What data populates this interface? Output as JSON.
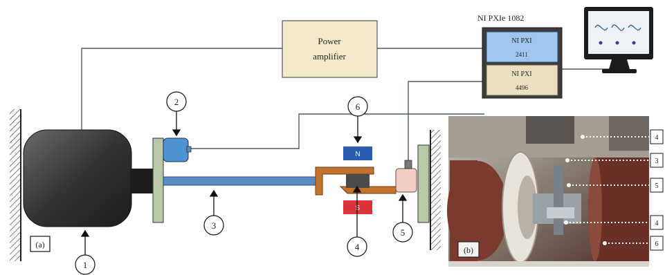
{
  "blocks": {
    "power_amplifier": [
      "Power",
      "amplifier"
    ],
    "ni_title": "NI PXIe 1082",
    "ni_card_top": [
      "NI PXI",
      "2411"
    ],
    "ni_card_bottom": [
      "NI PXI",
      "4496"
    ]
  },
  "callouts": {
    "c1": "1",
    "c2": "2",
    "c3": "3",
    "c4": "4",
    "c5": "5",
    "c6": "6"
  },
  "magnet_poles": {
    "north": "N",
    "south": "S"
  },
  "panel_labels": {
    "a": "(a)",
    "b": "(b)"
  },
  "photo_tags": [
    "4",
    "3",
    "5",
    "4",
    "6"
  ],
  "colors": {
    "amp_fill": "#f4e9c8",
    "ni_top": "#9ec6ef",
    "ni_bottom": "#ece0c2",
    "motor": "#3a3a3a",
    "beam": "#5b8ac4",
    "bracket": "#c2742e",
    "magnet_n": "#2c5cb0",
    "magnet_s": "#d9333a",
    "wall_plate": "#b9c7a9"
  }
}
